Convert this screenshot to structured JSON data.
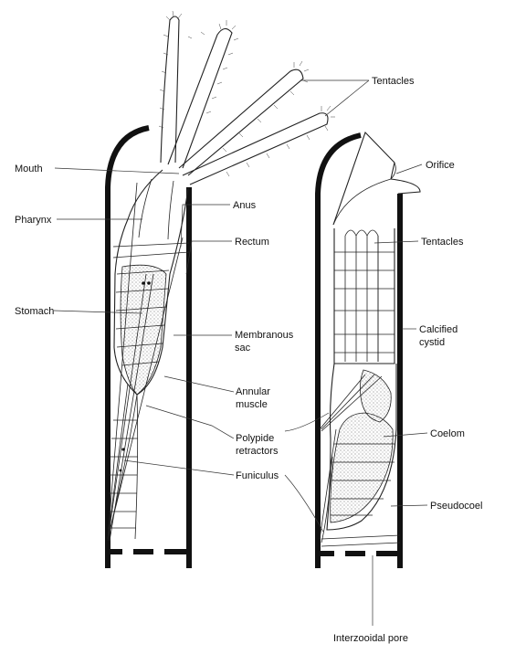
{
  "labels": {
    "mouth": "Mouth",
    "pharynx": "Pharynx",
    "stomach": "Stomach",
    "anus": "Anus",
    "rectum": "Rectum",
    "membranous_sac_1": "Membranous",
    "membranous_sac_2": "sac",
    "annular_muscle_1": "Annular",
    "annular_muscle_2": "muscle",
    "polypide_retractors_1": "Polypide",
    "polypide_retractors_2": "retractors",
    "funiculus": "Funiculus",
    "tentacles_top": "Tentacles",
    "orifice": "Orifice",
    "tentacles_right": "Tentacles",
    "calcified_cystid_1": "Calcified",
    "calcified_cystid_2": "cystid",
    "coelom": "Coelom",
    "pseudocoel": "Pseudocoel",
    "interzooidal_pore": "Interzooidal pore"
  }
}
